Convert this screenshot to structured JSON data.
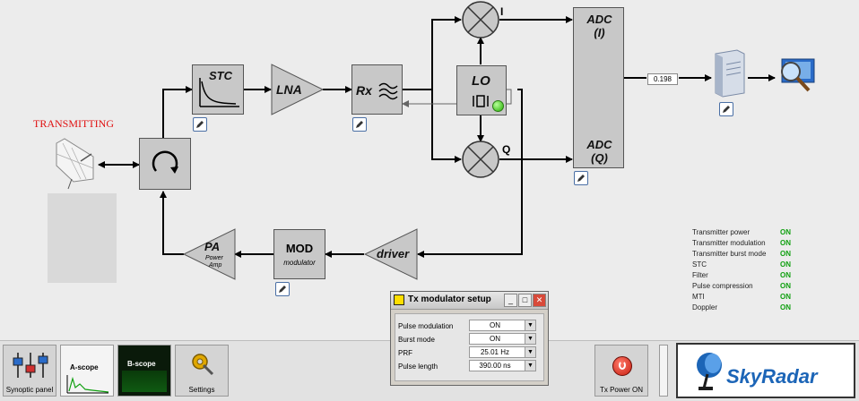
{
  "status": {
    "transmitting": "TRANSMITTING"
  },
  "blocks": {
    "stc": "STC",
    "lna": "LNA",
    "rx": "Rx",
    "lo": "LO",
    "adc_i_top": "ADC",
    "adc_i_bottom": "(I)",
    "adc_q_top": "ADC",
    "adc_q_bottom": "(Q)",
    "mod": "MOD",
    "mod_sub": "modulator",
    "driver": "driver",
    "pa": "PA",
    "pa_sub1": "Power",
    "pa_sub2": "Amp"
  },
  "mixer_labels": {
    "i": "I",
    "q": "Q"
  },
  "adc_readout": "0.198",
  "status_list": [
    {
      "name": "Transmitter power",
      "value": "ON"
    },
    {
      "name": "Transmitter modulation",
      "value": "ON"
    },
    {
      "name": "Transmitter burst mode",
      "value": "ON"
    },
    {
      "name": "STC",
      "value": "ON"
    },
    {
      "name": "Filter",
      "value": "ON"
    },
    {
      "name": "Pulse compression",
      "value": "ON"
    },
    {
      "name": "MTI",
      "value": "ON"
    },
    {
      "name": "Doppler",
      "value": "ON"
    }
  ],
  "dialog": {
    "title": "Tx modulator setup",
    "rows": [
      {
        "label": "Pulse modulation",
        "value": "ON"
      },
      {
        "label": "Burst mode",
        "value": "ON"
      },
      {
        "label": "PRF",
        "value": "25.01 Hz"
      },
      {
        "label": "Pulse length",
        "value": "390.00 ns"
      }
    ]
  },
  "toolbar": {
    "synoptic": "Synoptic panel",
    "ascope_thumb": "A-scope",
    "bscope_thumb": "B-scope",
    "settings": "Settings",
    "tx_power": "Tx Power ON"
  },
  "logo": "SkyRadar",
  "colors": {
    "status_red": "#e01010",
    "status_green": "#10a010",
    "logo_blue": "#1c65b7"
  }
}
